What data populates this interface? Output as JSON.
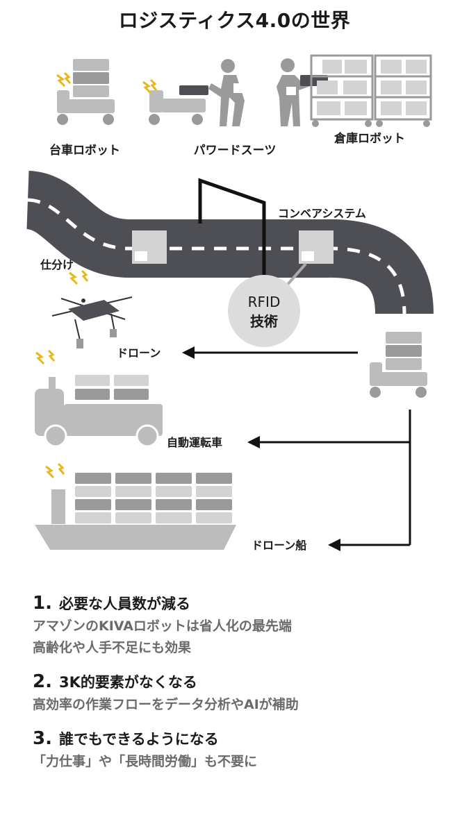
{
  "title": "ロジスティクス4.0の世界",
  "labels": {
    "cart_robot": "台車ロボット",
    "power_suit": "パワードスーツ",
    "warehouse_robot": "倉庫ロボット",
    "conveyor": "コンベアシステム",
    "sorting": "仕分け",
    "rfid_line1": "RFID",
    "rfid_line2": "技術",
    "drone": "ドローン",
    "autonomous_truck": "自動運転車",
    "drone_ship": "ドローン船"
  },
  "points": [
    {
      "num": "1.",
      "heading": "必要な人員数が減る",
      "lines": [
        "アマゾンのKIVAロボットは省人化の最先端",
        "高齢化や人手不足にも効果"
      ]
    },
    {
      "num": "2.",
      "heading": "3K的要素がなくなる",
      "lines": [
        "高効率の作業フローをデータ分析やAIが補助"
      ]
    },
    {
      "num": "3.",
      "heading": "誰でもできるようになる",
      "lines": [
        "「力仕事」や「長時間労働」も不要に"
      ]
    }
  ],
  "colors": {
    "road": "#4d4f54",
    "box": "#d3d3d3",
    "dark_box": "#9a9a9a",
    "machine": "#bcbcbc",
    "spark": "#e8b81a",
    "circle": "#dcdcdc"
  }
}
